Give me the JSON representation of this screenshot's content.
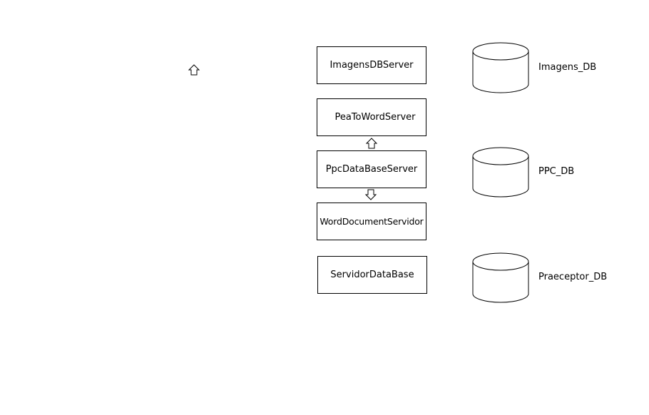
{
  "servers": [
    {
      "id": "imagens-db-server",
      "label": "ImagensDBServer"
    },
    {
      "id": "pea-to-word-server",
      "label": "PeaToWordServer"
    },
    {
      "id": "ppc-database-server",
      "label": "PpcDataBaseServer"
    },
    {
      "id": "word-document-servidor",
      "label": "WordDocumentServidor"
    },
    {
      "id": "servidor-database",
      "label": "ServidorDataBase"
    }
  ],
  "databases": [
    {
      "id": "imagens-db",
      "label": "Imagens_DB"
    },
    {
      "id": "ppc-db",
      "label": "PPC_DB"
    },
    {
      "id": "praeceptor-db",
      "label": "Praeceptor_DB"
    }
  ],
  "arrows": [
    {
      "id": "floating",
      "direction": "up",
      "icon": "up-arrow-icon"
    },
    {
      "id": "ppc-to-peatoword",
      "direction": "up",
      "icon": "up-arrow-icon"
    },
    {
      "id": "ppc-to-worddocument",
      "direction": "down",
      "icon": "down-arrow-icon"
    }
  ]
}
